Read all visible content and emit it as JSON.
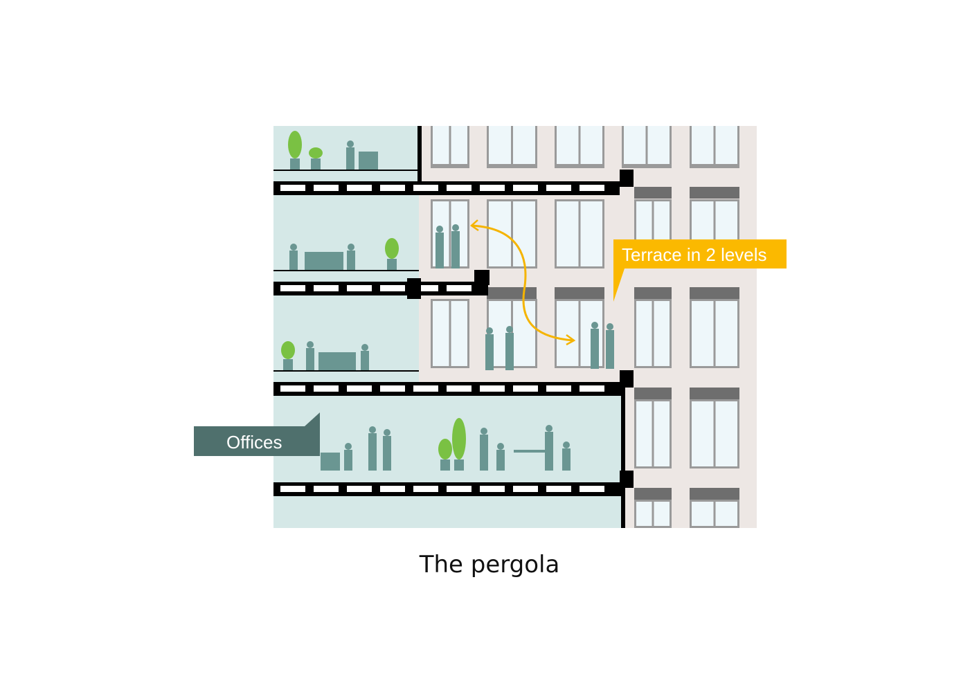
{
  "title": "The pergola",
  "labels": {
    "terrace": "Terrace in 2 levels",
    "offices": "Offices"
  },
  "colors": {
    "office_interior": "#d5e8e7",
    "facade": "#ede7e4",
    "window_glass": "#eef7fa",
    "window_frame": "#9a9a9a",
    "lintel": "#6e6e6e",
    "structure": "#000000",
    "silhouette": "#6a9692",
    "plant": "#7ac143",
    "terrace_label": "#fbb900",
    "offices_label": "#4f706d",
    "arrow": "#f5b400"
  }
}
